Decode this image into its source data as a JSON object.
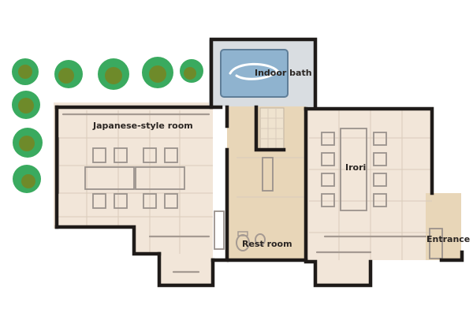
{
  "floor_plan": {
    "rooms": {
      "japanese_room": "Japanese-style room",
      "indoor_bath": "Indoor bath",
      "irori": "Irori",
      "rest_room": "Rest room",
      "entrance": "Entrance"
    },
    "colors": {
      "floor_light": "#f2e6d9",
      "floor_dark": "#e8d6b8",
      "wall": "#1f1b19",
      "bath_area": "#d9dde1",
      "bath_water": "#8fb3cf",
      "tree": "#3aaa5f",
      "tree_center": "#6e8a2a"
    }
  }
}
